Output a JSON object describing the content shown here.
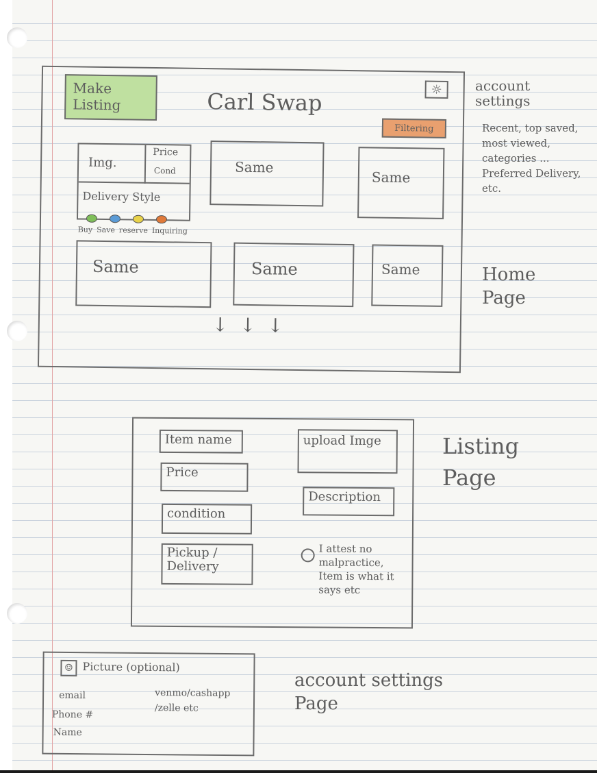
{
  "home": {
    "make_listing": "Make Listing",
    "title": "Carl Swap",
    "settings_icon": "gear-icon",
    "filter_label": "Filtering",
    "card": {
      "img": "Img.",
      "price": "Price",
      "cond": "Cond",
      "delivery": "Delivery Style",
      "actions": [
        "Buy",
        "Save",
        "reserve",
        "Inquiring"
      ],
      "action_colors": [
        "#7fbf5a",
        "#5a9bd6",
        "#e8d24a",
        "#e07a3a"
      ]
    },
    "same": [
      "Same",
      "Same",
      "Same",
      "Same",
      "Same"
    ],
    "scroll_arrows": "↓ ↓ ↓",
    "annotation_settings": "account settings",
    "annotation_filter": "Recent, top saved, most viewed, categories ... Preferred Delivery, etc.",
    "section_label": "Home Page"
  },
  "listing": {
    "item_name": "Item name",
    "price": "Price",
    "condition": "condition",
    "pickup": "Pickup / Delivery",
    "upload": "upload Imge",
    "description": "Description",
    "attest": "I attest no malpractice, Item is what it says etc",
    "section_label": "Listing Page"
  },
  "account": {
    "picture": "Picture (optional)",
    "email": "email",
    "phone": "Phone #",
    "name": "Name",
    "payment": "venmo/cashapp /zelle etc",
    "section_label": "account settings Page"
  }
}
